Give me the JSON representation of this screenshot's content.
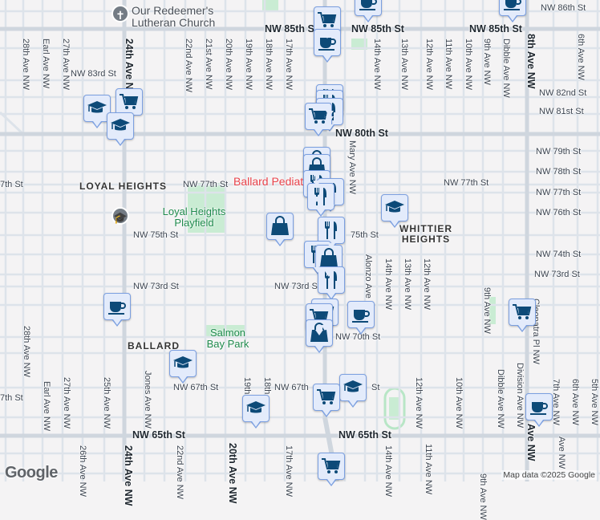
{
  "colors": {
    "background": "#f4f3f4",
    "road": "#dde3ea",
    "major_road": "#cfd6de",
    "park": "#c9ecd3",
    "marker_fill": "#e3ebfb",
    "marker_border": "#7b9fe0",
    "marker_icon": "#0d4a78",
    "park_text": "#1e8a4c",
    "highlight_place": "#e8424a"
  },
  "street_labels_horizontal": [
    "NW 85th St",
    "NW 85th St",
    "NW 85th St",
    "NW 86th St",
    "NW 83rd St",
    "NW 82nd St",
    "NW 81st St",
    "NW 80th St",
    "NW 79th St",
    "NW 78th St",
    "NW 77th St",
    "NW 77th St",
    "NW 77th St",
    "NW 76th St",
    "7th St",
    "NW 75th St",
    "75th St",
    "NW 74th St",
    "NW 73rd St",
    "NW 73rd S",
    "NW 73rd St",
    "NW 70th St",
    "NW 67th St",
    "NW 67th",
    "St",
    "7th St",
    "NW 65th St",
    "NW 65th St"
  ],
  "street_labels_vertical": [
    "28th Ave NW",
    "Earl Ave NW",
    "27th Ave NW",
    "24th Ave NW",
    "22nd Ave NW",
    "21st Ave NW",
    "20th Ave NW",
    "19th Ave NW",
    "18th Ave NW",
    "17th Ave NW",
    "14th Ave NW",
    "13th Ave NW",
    "12th Ave NW",
    "11th Ave NW",
    "10th Ave NW",
    "9th Ave NW",
    "Dibble Ave NW",
    "8th Ave NW",
    "6th Ave NW",
    "Mary Ave NW",
    "Alonzo Ave NW",
    "14th Ave NW",
    "13th Ave NW",
    "12th Ave NW",
    "9th Ave NW",
    "Cleopatra Pl NW",
    "28th Ave NW",
    "Earl Ave NW",
    "27th Ave NW",
    "25th Ave NW",
    "Jones Ave NW",
    "19th",
    "18th",
    "12th Ave NW",
    "10th Ave NW",
    "Dibble Ave NW",
    "Division Ave NW",
    "7th Ave NW",
    "6th Ave NW",
    "5th Ave NW",
    "26th Ave NW",
    "24th Ave NW",
    "22nd Ave NW",
    "20th Ave NW",
    "17th Ave NW",
    "14th Ave NW",
    "11th Ave NW",
    "9th Ave NW",
    "8th Ave NW",
    "Ave NW"
  ],
  "neighborhoods": [
    "LOYAL HEIGHTS",
    "WHITTIER HEIGHTS",
    "BALLARD"
  ],
  "places": {
    "church": "Our Redeemer's Lutheran Church",
    "church_icon": "cross-icon",
    "pediatrics": "Ballard Pediat",
    "playfield": "Loyal Heights Playfield",
    "school_poi_icon": "school-icon",
    "park": "Salmon Bay Park"
  },
  "markers": [
    "cup",
    "cup",
    "cart",
    "cup",
    "school",
    "cart",
    "school",
    "restaurant",
    "restaurant",
    "restaurant",
    "cart",
    "bag",
    "bag",
    "restaurant",
    "restaurant",
    "restaurant",
    "school",
    "bag",
    "restaurant",
    "restaurant",
    "bag",
    "restaurant",
    "cup",
    "cart",
    "cart",
    "cup",
    "bag",
    "cart",
    "school",
    "school",
    "cart",
    "school",
    "cup",
    "cart"
  ],
  "footer": {
    "logo": "Google",
    "attribution": "Map data ©2025 Google"
  }
}
